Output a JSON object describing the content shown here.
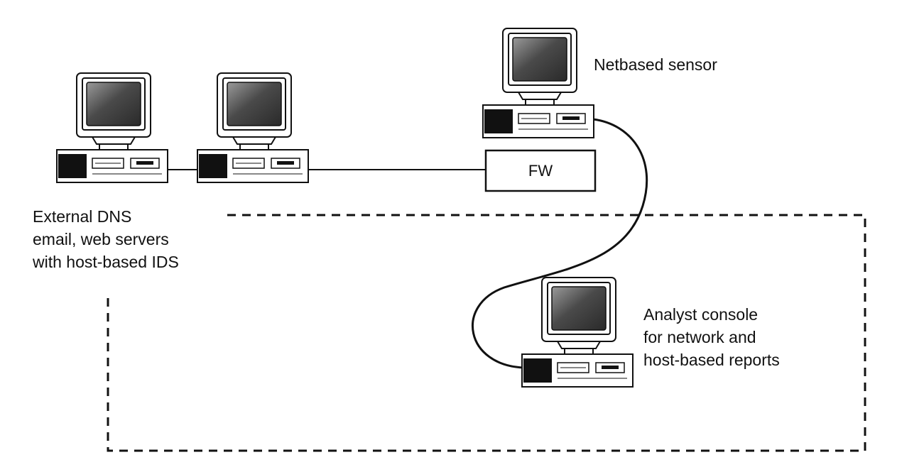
{
  "colors": {
    "line": "#111111",
    "screen": "#555555",
    "case": "#ffffff"
  },
  "firewall": {
    "label": "FW"
  },
  "external_servers": {
    "lines": [
      "External DNS",
      "email, web servers",
      "with host-based IDS"
    ]
  },
  "sensor": {
    "label": "Netbased sensor"
  },
  "console": {
    "lines": [
      "Analyst console",
      "for network and",
      "host-based reports"
    ]
  }
}
